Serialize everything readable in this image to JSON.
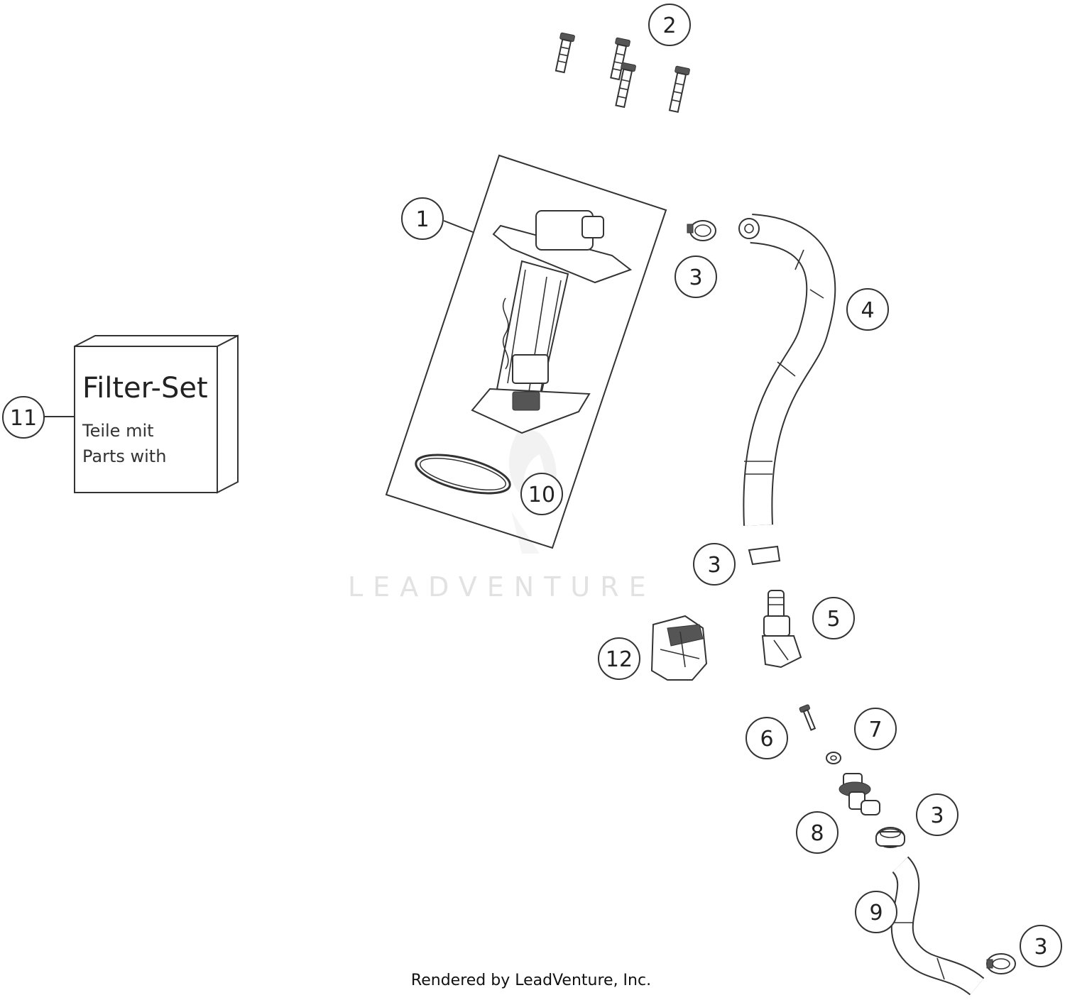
{
  "callouts": {
    "c1": "1",
    "c2": "2",
    "c3a": "3",
    "c3b": "3",
    "c3c": "3",
    "c3d": "3",
    "c4": "4",
    "c5": "5",
    "c6": "6",
    "c7": "7",
    "c8": "8",
    "c9": "9",
    "c10": "10",
    "c11": "11",
    "c12": "12"
  },
  "filter_box": {
    "title": "Filter-Set",
    "line1": "Teile mit",
    "line2": "Parts with"
  },
  "watermark": "LEADVENTURE",
  "footer": "Rendered by LeadVenture, Inc."
}
